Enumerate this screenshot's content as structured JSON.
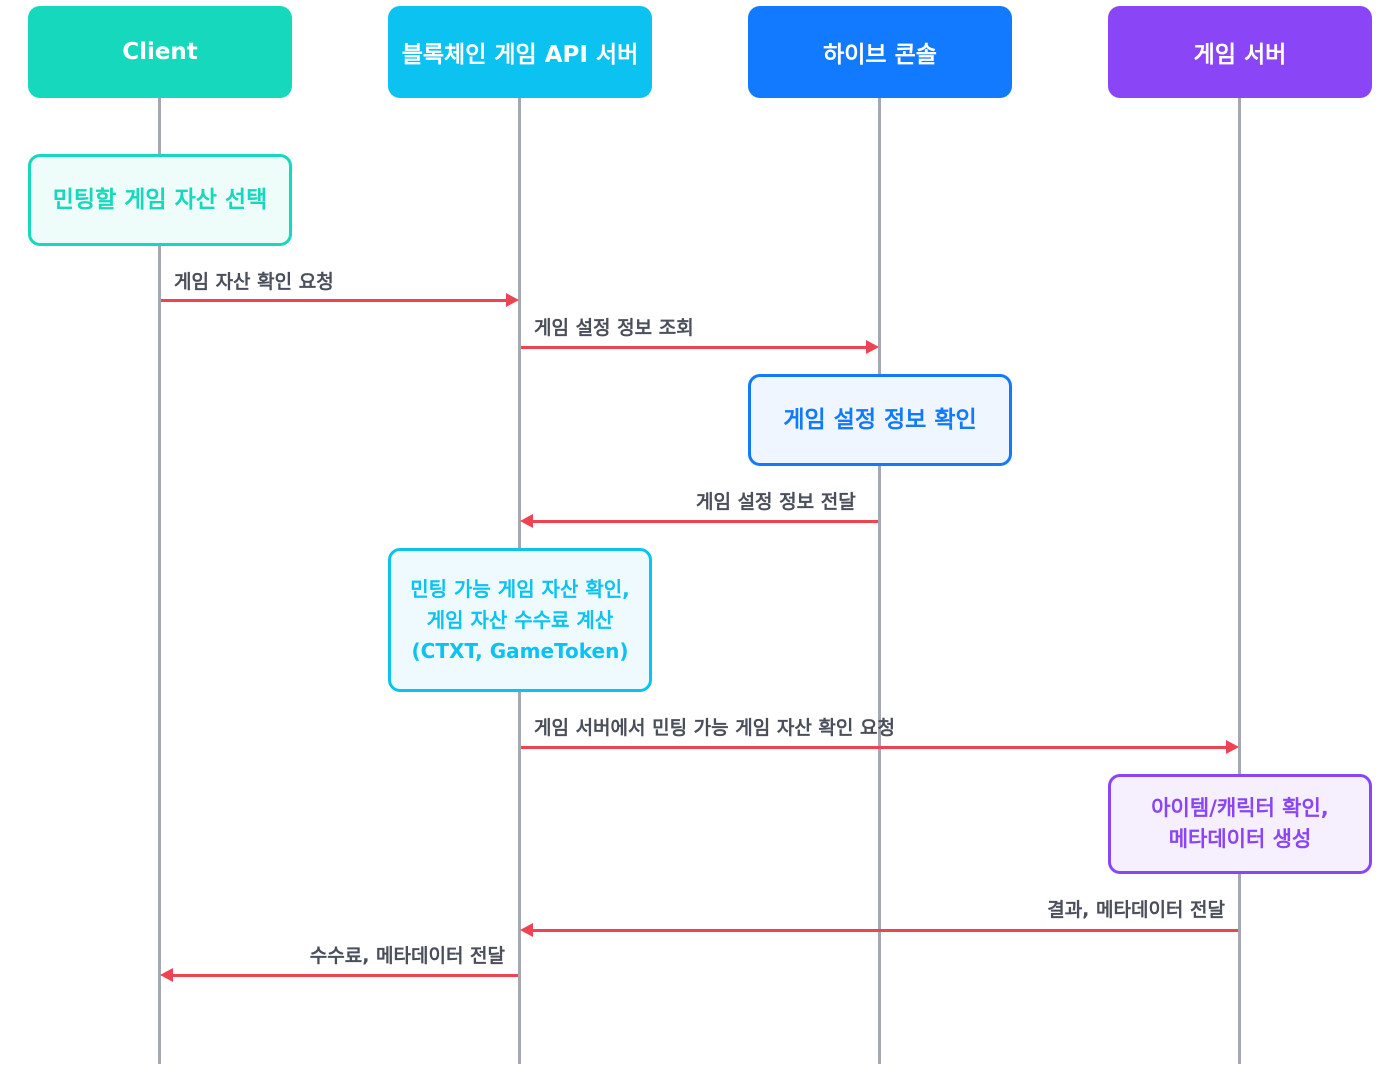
{
  "actors": {
    "client": {
      "label": "Client",
      "color": "#16d8bc"
    },
    "api_server": {
      "label": "블록체인 게임 API 서버",
      "color": "#0bc2f0"
    },
    "hive_console": {
      "label": "하이브 콘솔",
      "color": "#117afe"
    },
    "game_server": {
      "label": "게임 서버",
      "color": "#8a45f7"
    }
  },
  "notes": {
    "select_asset": "민팅할 게임 자산 선택",
    "check_settings": "게임 설정 정보 확인",
    "check_mintable": "민팅 가능 게임 자산 확인,\n게임 자산 수수료 계산\n(CTXT, GameToken)",
    "create_metadata": "아이템/캐릭터 확인,\n메타데이터 생성"
  },
  "messages": {
    "m1": "게임 자산 확인 요청",
    "m2": "게임 설정 정보 조회",
    "m3": "게임 설정 정보 전달",
    "m4": "게임 서버에서 민팅 가능 게임 자산 확인 요청",
    "m5": "결과, 메타데이터 전달",
    "m6": "수수료, 메타데이터 전달"
  },
  "colors": {
    "arrow": "#ee4353",
    "lifeline": "#a4a8b4",
    "label_text": "#4a4f5c"
  }
}
